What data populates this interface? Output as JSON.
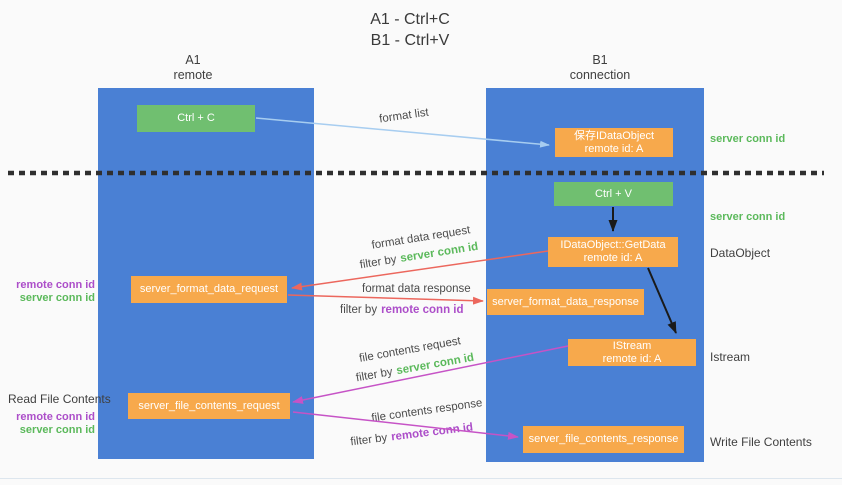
{
  "title": {
    "line1": "A1 - Ctrl+C",
    "line2": "B1 - Ctrl+V"
  },
  "lanes": {
    "left": {
      "name": "A1",
      "subtitle": "remote"
    },
    "right": {
      "name": "B1",
      "subtitle": "connection"
    }
  },
  "nodes": {
    "ctrl_c": {
      "label": "Ctrl + C"
    },
    "save_idataobject": {
      "line1": "保存IDataObject",
      "line2": "remote id: A"
    },
    "ctrl_v": {
      "label": "Ctrl + V"
    },
    "getdata": {
      "line1": "IDataObject::GetData",
      "line2": "remote id: A"
    },
    "istream": {
      "line1": "IStream",
      "line2": "remote id: A"
    },
    "format_request": {
      "label": "server_format_data_request"
    },
    "format_response": {
      "label": "server_format_data_response"
    },
    "file_request": {
      "label": "server_file_contents_request"
    },
    "file_response": {
      "label": "server_file_contents_response"
    }
  },
  "flows": {
    "format_list": {
      "label": "format list"
    },
    "format_data_request": {
      "label": "format data request",
      "filter_prefix": "filter by",
      "filter_key": "server conn id"
    },
    "format_data_response": {
      "label": "format data response",
      "filter_prefix": "filter by",
      "filter_key": "remote conn id"
    },
    "file_contents_request": {
      "label": "file contents request",
      "filter_prefix": "filter by",
      "filter_key": "server conn id"
    },
    "file_contents_response": {
      "label": "file contents response",
      "filter_prefix": "filter by",
      "filter_key": "remote conn id"
    }
  },
  "annotations": {
    "right": {
      "server_conn_id_top": "server conn id",
      "server_conn_id_mid": "server conn id",
      "dataobject": "DataObject",
      "istream": "Istream",
      "write_file_contents": "Write File Contents"
    },
    "left": {
      "remote_conn_id_1": "remote conn id",
      "server_conn_id_1": "server conn id",
      "read_file_contents": "Read File Contents",
      "remote_conn_id_2": "remote conn id",
      "server_conn_id_2": "server conn id"
    }
  },
  "colors": {
    "lane_blue": "#4a80d4",
    "node_orange": "#f7a94c",
    "node_green": "#70bf70",
    "text_green": "#5bb95b",
    "text_purple": "#ac4ec9",
    "arrow_red": "#ec675d",
    "arrow_magenta": "#c653c6",
    "arrow_light_blue": "#a7cdf0",
    "arrow_black": "#1a1a1a",
    "separator_dotted": "#2f2f2f",
    "background": "#fafafa",
    "text_dark": "#3f3f3f"
  }
}
